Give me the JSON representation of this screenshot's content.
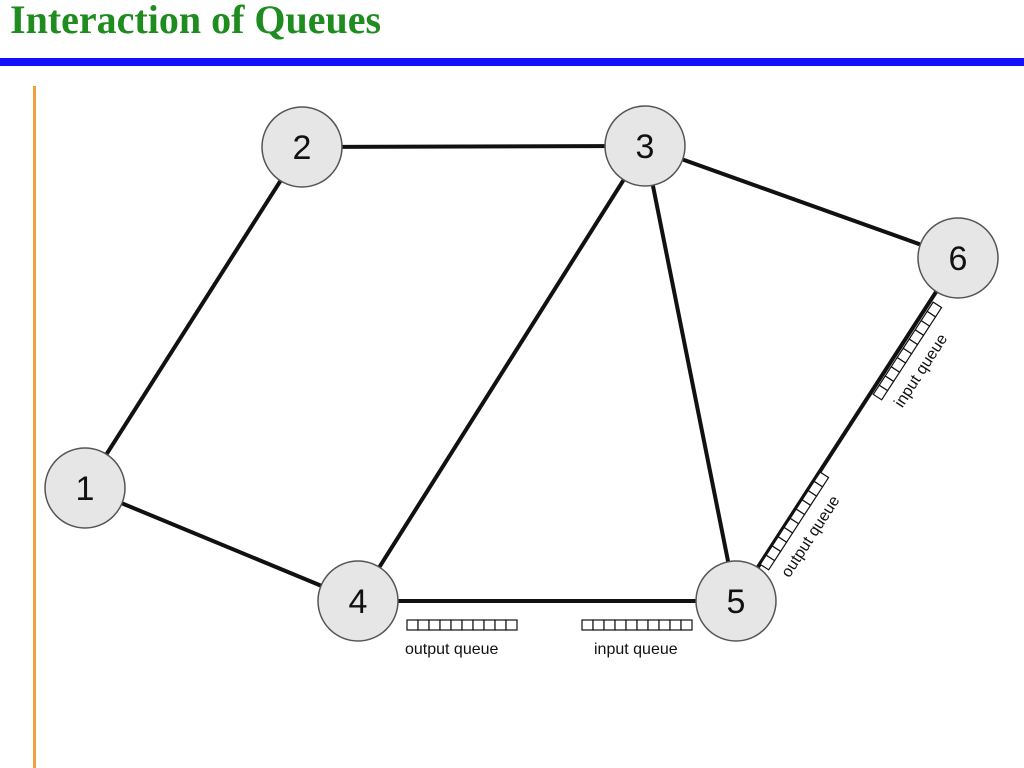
{
  "slide": {
    "title": "Interaction of Queues",
    "colors": {
      "title": "#1e8c1e",
      "title_rule": "#1212ff",
      "side_rule": "#f0a040",
      "node_fill": "#e6e6e6"
    }
  },
  "diagram": {
    "nodes": [
      {
        "id": "1",
        "label": "1"
      },
      {
        "id": "2",
        "label": "2"
      },
      {
        "id": "3",
        "label": "3"
      },
      {
        "id": "4",
        "label": "4"
      },
      {
        "id": "5",
        "label": "5"
      },
      {
        "id": "6",
        "label": "6"
      }
    ],
    "edges": [
      {
        "from": "1",
        "to": "2"
      },
      {
        "from": "1",
        "to": "4"
      },
      {
        "from": "2",
        "to": "3"
      },
      {
        "from": "3",
        "to": "4"
      },
      {
        "from": "3",
        "to": "5"
      },
      {
        "from": "3",
        "to": "6"
      },
      {
        "from": "4",
        "to": "5"
      },
      {
        "from": "5",
        "to": "6"
      }
    ],
    "queues": [
      {
        "link": "4-5",
        "label": "output queue"
      },
      {
        "link": "4-5",
        "label": "input queue"
      },
      {
        "link": "5-6",
        "label": "output queue"
      },
      {
        "link": "5-6",
        "label": "input queue"
      }
    ]
  }
}
